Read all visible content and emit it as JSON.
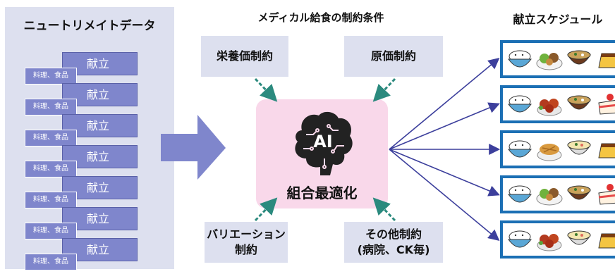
{
  "data_panel": {
    "title": "ニュートリメイトデータ",
    "rows": [
      {
        "menu": "献立",
        "items": "料理、食品"
      },
      {
        "menu": "献立",
        "items": "料理、食品"
      },
      {
        "menu": "献立",
        "items": "料理、食品"
      },
      {
        "menu": "献立",
        "items": "料理、食品"
      },
      {
        "menu": "献立",
        "items": "料理、食品"
      },
      {
        "menu": "献立",
        "items": "料理、食品"
      },
      {
        "menu": "献立",
        "items": "料理、食品"
      }
    ]
  },
  "constraints": {
    "header": "メディカル給食の制約条件",
    "nutrition": "栄養価制約",
    "cost": "原価制約",
    "variation_line1": "バリエーション",
    "variation_line2": "制約",
    "other_line1": "その他制約",
    "other_line2": "(病院、CK毎)"
  },
  "optimizer": {
    "ai_text": "AI",
    "label": "組合最適化"
  },
  "schedule": {
    "header": "献立スケジュール",
    "rows": [
      [
        "rice-bowl",
        "meat-salad",
        "miso-soup",
        "pudding"
      ],
      [
        "rice-bowl",
        "karaage",
        "miso-soup",
        "strawberry-cake"
      ],
      [
        "rice-bowl",
        "fried-fish",
        "chawanmushi",
        "pudding"
      ],
      [
        "rice-bowl",
        "meat-salad",
        "miso-soup",
        "strawberry-cake"
      ],
      [
        "rice-bowl",
        "karaage",
        "chawanmushi",
        "pudding"
      ]
    ]
  },
  "colors": {
    "panel_bg": "#dde0ef",
    "menu_box": "#7f86cc",
    "center_bg": "#f9d8ea",
    "arrow_dashed": "#2b8a7e",
    "arrow_lines": "#3c3f9c",
    "schedule_border": "#1b6fb4"
  }
}
